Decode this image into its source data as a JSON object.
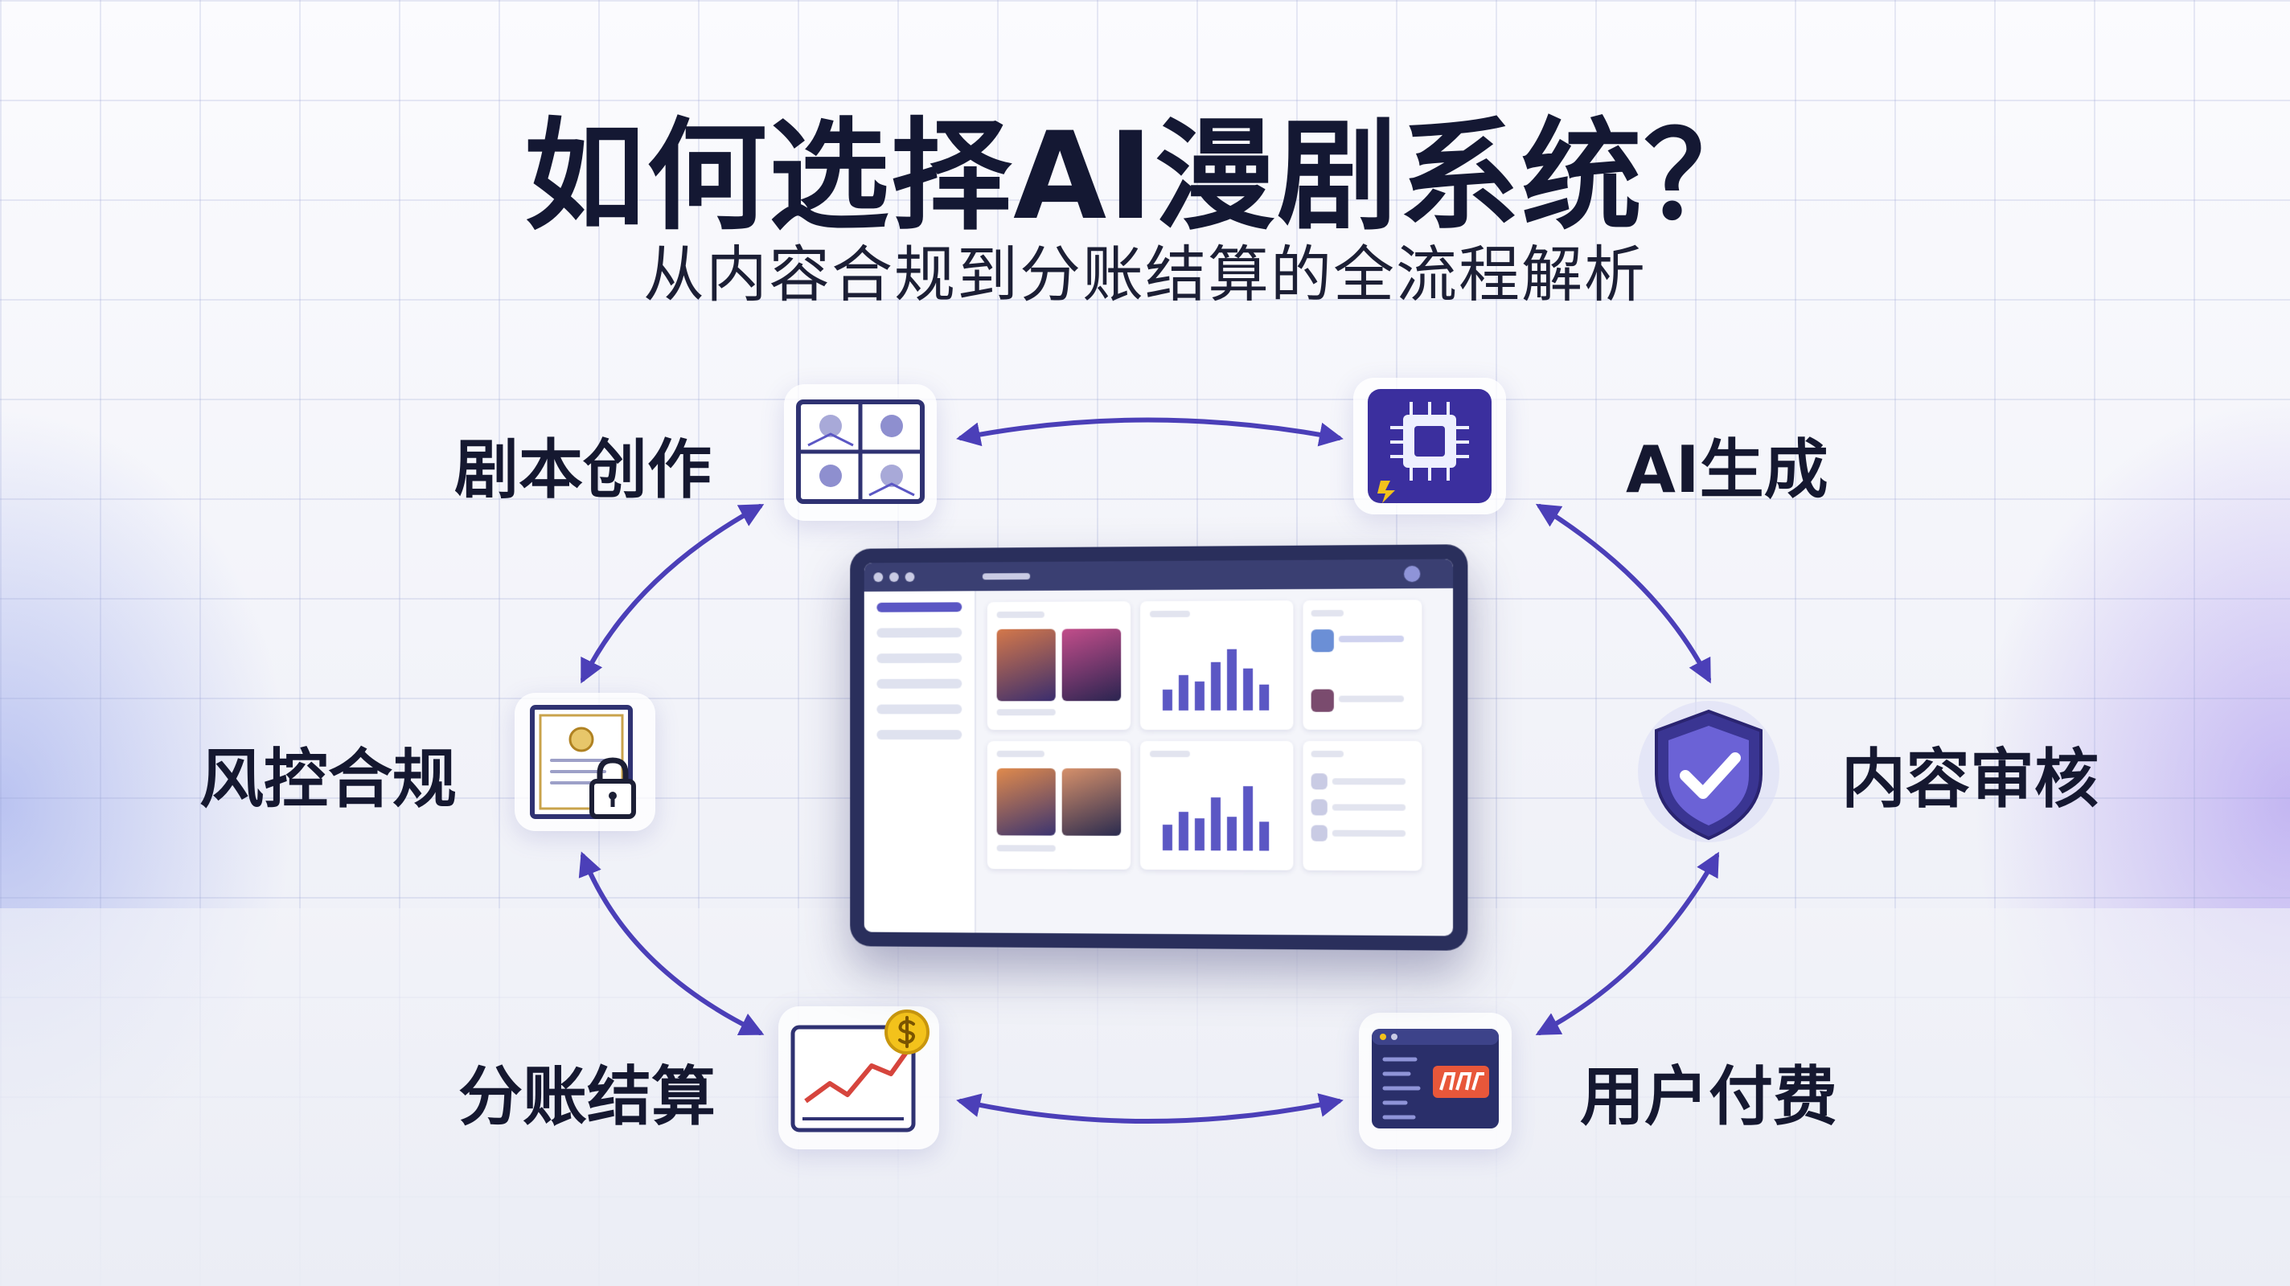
{
  "title": "如何选择AI漫剧系统？",
  "subtitle": "从内容合规到分账结算的全流程解析",
  "steps": {
    "script": "剧本创作",
    "ai": "AI生成",
    "review": "内容审核",
    "payment": "用户付费",
    "settlement": "分账结算",
    "risk": "风控合规"
  },
  "icons": {
    "script": "comic-storyboard-icon",
    "ai": "ai-chip-icon",
    "review": "shield-check-icon",
    "payment": "payment-window-icon",
    "settlement": "revenue-chart-icon",
    "risk": "certificate-lock-icon"
  },
  "colors": {
    "arrow": "#4b3fb8",
    "title": "#141833",
    "accent": "#2f3272",
    "coin": "#f3c21b"
  }
}
